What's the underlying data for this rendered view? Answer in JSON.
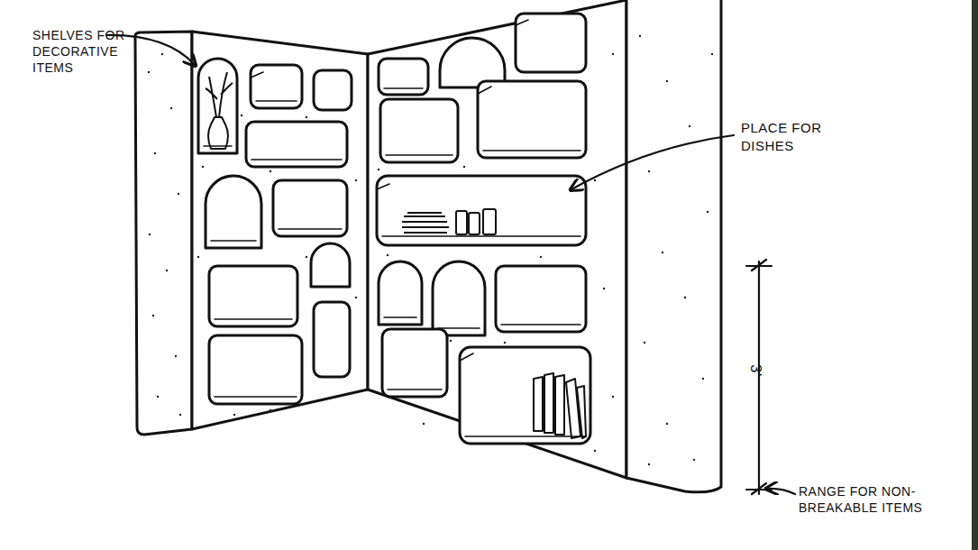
{
  "diagram": {
    "labels": [
      "SHELVES FOR DECORATIVE ITEMS",
      "PLACE FOR DISHES",
      "3'",
      "RANGE FOR NON-BREAKABLE ITEMS"
    ]
  }
}
